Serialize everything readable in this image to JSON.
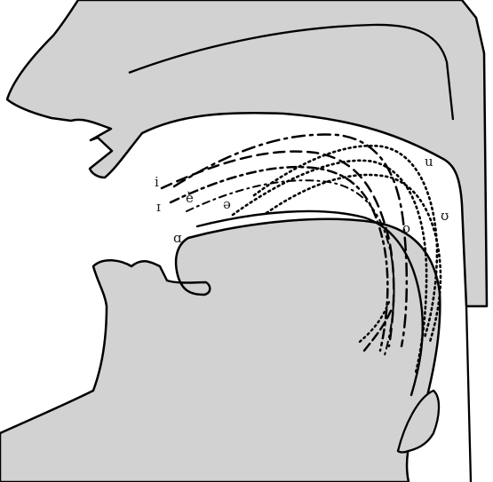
{
  "figure": {
    "colors": {
      "tissue": "#d2d2d2",
      "outline": "#000000",
      "background": "#ffffff"
    },
    "vowels": [
      {
        "id": "i",
        "symbol": "i",
        "dash": "long-dash-dot"
      },
      {
        "id": "e",
        "symbol": "è",
        "dash": "long-dash"
      },
      {
        "id": "I",
        "symbol": "ɪ",
        "dash": "dash-dot"
      },
      {
        "id": "schwa",
        "symbol": "ə",
        "dash": "dash-dot-small"
      },
      {
        "id": "a",
        "symbol": "ɑ",
        "dash": "solid"
      },
      {
        "id": "o",
        "symbol": "o",
        "dash": "dotted"
      },
      {
        "id": "u",
        "symbol": "u",
        "dash": "dotted"
      },
      {
        "id": "U",
        "symbol": "ʊ",
        "dash": "dotted"
      }
    ]
  }
}
